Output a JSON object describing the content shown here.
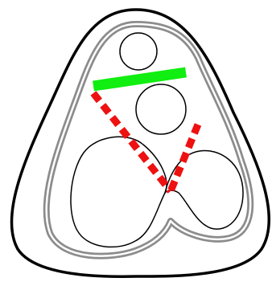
{
  "diagram": {
    "colors": {
      "background": "#ffffff",
      "outline": "#000000",
      "inner_outline": "#8c8c8c",
      "inner_outline_core": "#ffffff",
      "shape_stroke": "#000000",
      "green_line": "#11ee11",
      "red_dashed_line": "#ee1111"
    },
    "elements": [
      "outer-boundary",
      "inner-gray-boundary",
      "small-circle-top",
      "medium-circle",
      "large-blob-left",
      "lobe-right",
      "green-line",
      "red-dashed-line-left",
      "red-dashed-line-right"
    ]
  }
}
